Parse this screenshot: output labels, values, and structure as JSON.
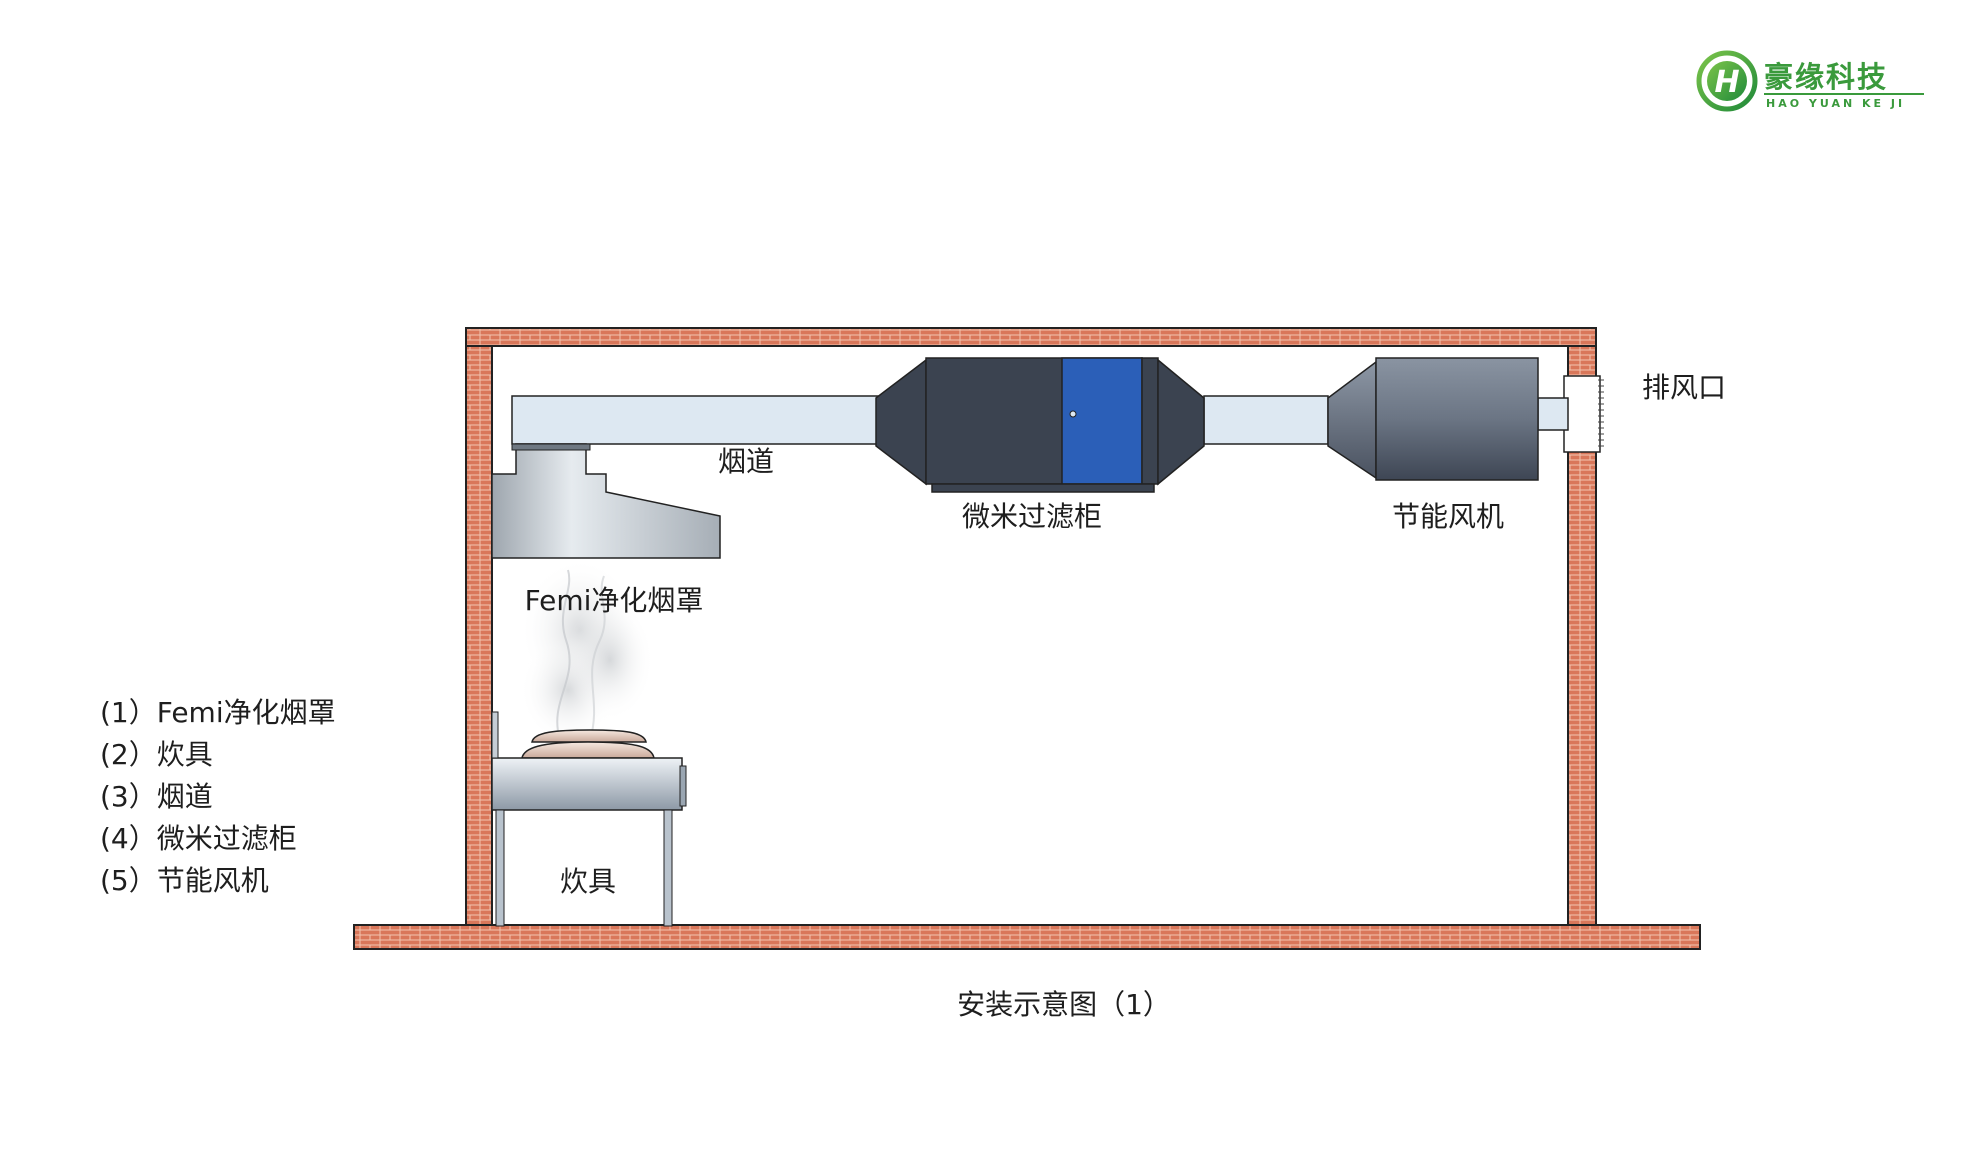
{
  "logo": {
    "name_cn": "豪缘科技",
    "name_en": "HAO YUAN KE JI",
    "letter": "H"
  },
  "labels": {
    "hood": "Femi净化烟罩",
    "stove": "炊具",
    "duct": "烟道",
    "filter": "微米过滤柜",
    "fan": "节能风机",
    "outlet": "排风口"
  },
  "legend": [
    "(1）Femi净化烟罩",
    "(2）炊具",
    "(3）烟道",
    "(4）微米过滤柜",
    "(5）节能风机"
  ],
  "caption": "安装示意图（1）",
  "colors": {
    "brick": "#d9775a",
    "mortar": "#f2c4b0",
    "duct": "#dde8f2",
    "filter_body": "#3b4350",
    "filter_door": "#2b5fb8",
    "brand_green": "#3a9a3c"
  }
}
